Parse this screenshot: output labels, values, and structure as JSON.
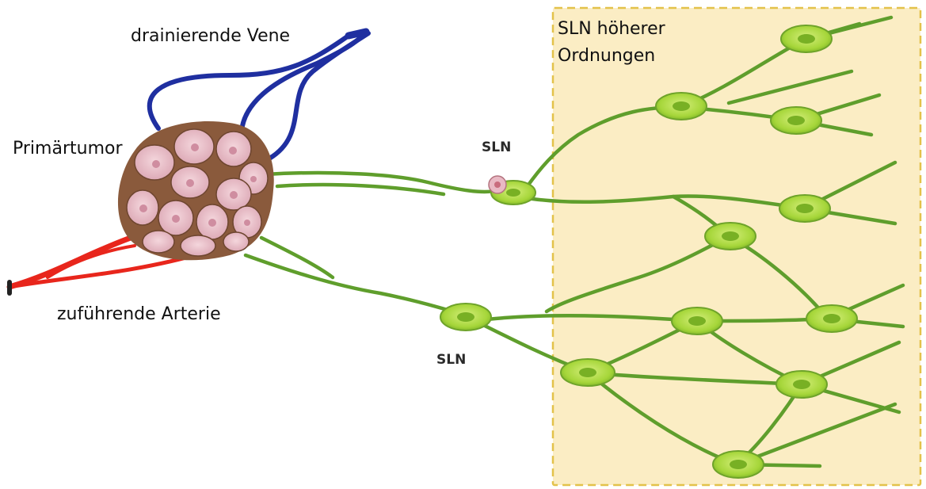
{
  "labels": {
    "vein": "drainierende Vene",
    "tumor": "Primärtumor",
    "artery": "zuführende Arterie",
    "sln_upper": "SLN",
    "sln_lower": "SLN",
    "higher_order": "SLN höherer\nOrdnungen"
  },
  "colors": {
    "vein": "#1f2fa0",
    "artery": "#e8261c",
    "lymph_vessel": "#5f9e2c",
    "lymph_node": "#a6d63a",
    "tumor_fill": "#e9b9c4",
    "tumor_border": "#8a5a3c",
    "region_fill": "#fbedc4",
    "region_border": "#e3c24a"
  }
}
